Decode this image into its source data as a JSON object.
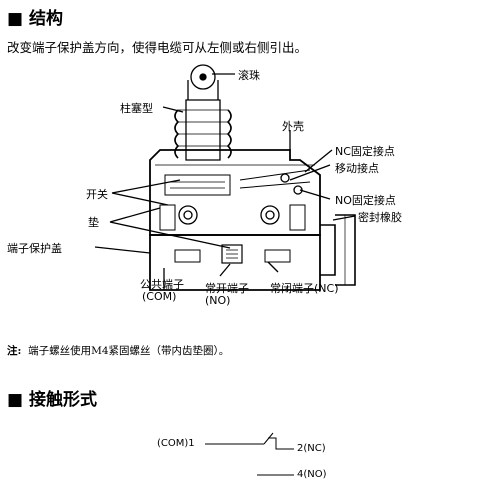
{
  "structure": {
    "heading": "■ 结构",
    "description": "改变端子保护盖方向，使得电缆可从左侧或右侧引出。",
    "labels": {
      "roller": "滚珠",
      "plunger": "柱塞型",
      "housing": "外壳",
      "nc_fixed": "NC固定接点",
      "moving_contact": "移动接点",
      "switch": "开关",
      "no_fixed": "NO固定接点",
      "gasket": "垫",
      "seal_rubber": "密封橡胶",
      "terminal_cover": "端子保护盖",
      "com_terminal_line1": "公共端子",
      "com_terminal_line2": "(COM)",
      "no_terminal_line1": "常开端子",
      "no_terminal_line2": "(NO)",
      "nc_terminal": "常闭端子(NC)"
    }
  },
  "note": {
    "prefix": "注:",
    "text": "端子螺丝使用M4紧固螺丝（带内齿垫圈）。"
  },
  "contact": {
    "heading": "■ 接触形式",
    "com": "(COM)1",
    "nc": "2(NC)",
    "no": "4(NO)"
  }
}
